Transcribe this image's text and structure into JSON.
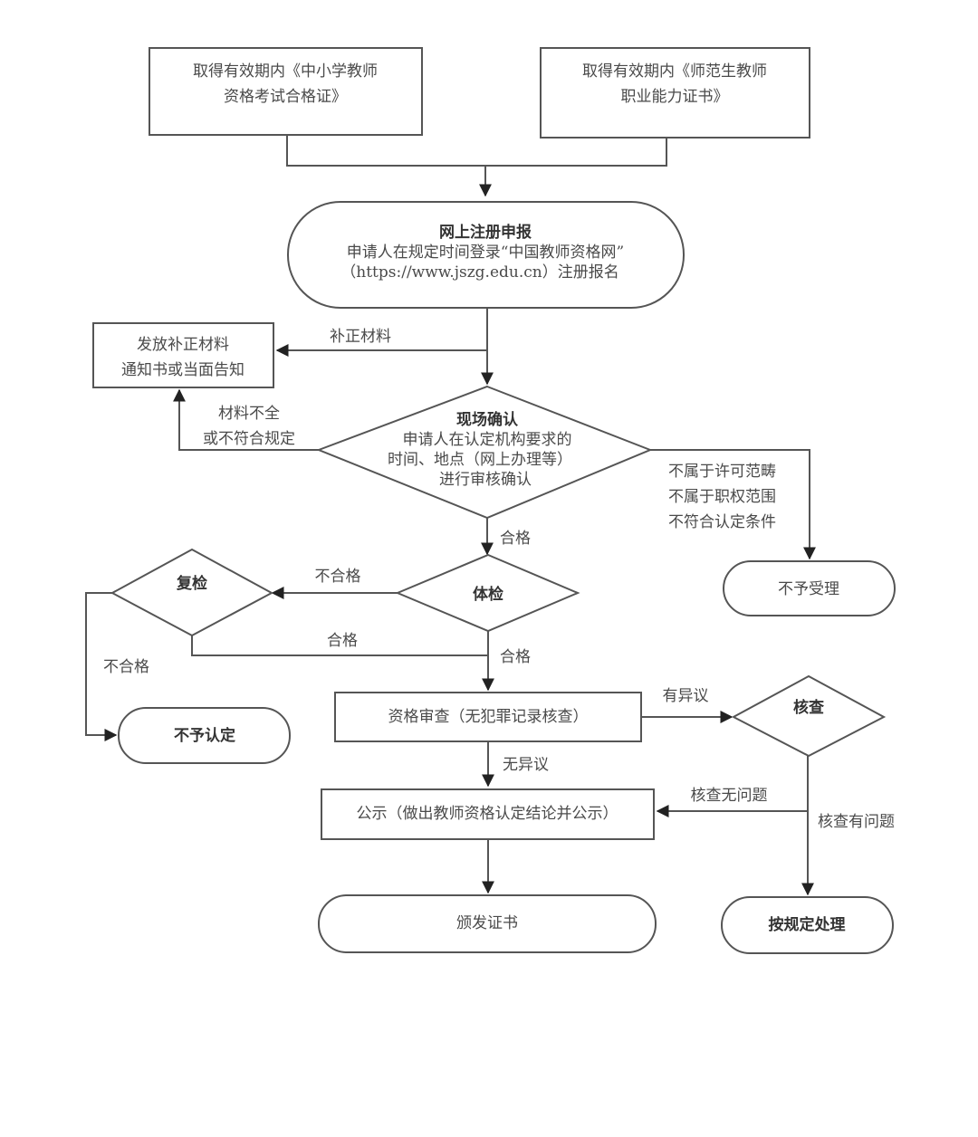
{
  "diagram": {
    "title": "教师资格认定流程图",
    "colors": {
      "stroke": "#555555",
      "text": "#4a4a4a",
      "background": "#ffffff",
      "arrow": "#222222"
    },
    "nodes": {
      "cert_exam": {
        "type": "rectangle",
        "lines": [
          "取得有效期内《中小学教师",
          "资格考试合格证》"
        ]
      },
      "cert_normal": {
        "type": "rectangle",
        "lines": [
          "取得有效期内《师范生教师",
          "职业能力证书》"
        ]
      },
      "online_register": {
        "type": "terminator",
        "title": "网上注册申报",
        "lines": [
          "申请人在规定时间登录“中国教师资格网”",
          "（https://www.jszg.edu.cn）注册报名"
        ]
      },
      "supplement_notice": {
        "type": "rectangle",
        "lines": [
          "发放补正材料",
          "通知书或当面告知"
        ]
      },
      "onsite_confirm": {
        "type": "decision",
        "title": "现场确认",
        "lines": [
          "申请人在认定机构要求的",
          "时间、地点（网上办理等）",
          "进行审核确认"
        ]
      },
      "not_accepted": {
        "type": "terminator",
        "lines": [
          "不予受理"
        ]
      },
      "physical_exam": {
        "type": "decision",
        "lines": [
          "体检"
        ]
      },
      "re_exam": {
        "type": "decision",
        "lines": [
          "复检"
        ]
      },
      "not_certified": {
        "type": "terminator",
        "lines": [
          "不予认定"
        ]
      },
      "qualification_review": {
        "type": "rectangle",
        "lines": [
          "资格审查（无犯罪记录核查）"
        ]
      },
      "verify": {
        "type": "decision",
        "lines": [
          "核查"
        ]
      },
      "publicize": {
        "type": "rectangle",
        "lines": [
          "公示（做出教师资格认定结论并公示）"
        ]
      },
      "issue_cert": {
        "type": "terminator",
        "lines": [
          "颁发证书"
        ]
      },
      "handle_per_rules": {
        "type": "terminator",
        "lines": [
          "按规定处理"
        ]
      }
    },
    "edge_labels": {
      "supplement": "补正材料",
      "incomplete": [
        "材料不全",
        "或不符合规定"
      ],
      "rejected_reasons": [
        "不属于许可范畴",
        "不属于职权范围",
        "不符合认定条件"
      ],
      "onsite_pass": "合格",
      "physical_fail": "不合格",
      "re_exam_pass": "合格",
      "physical_pass": "合格",
      "re_exam_fail": "不合格",
      "has_objection": "有异议",
      "no_objection": "无异议",
      "verify_ok": "核查无问题",
      "verify_problem": "核查有问题"
    },
    "edges": [
      {
        "from": "cert_exam",
        "to": "online_register"
      },
      {
        "from": "cert_normal",
        "to": "online_register"
      },
      {
        "from": "online_register",
        "to": "supplement_notice",
        "label": "补正材料"
      },
      {
        "from": "online_register",
        "to": "onsite_confirm"
      },
      {
        "from": "onsite_confirm",
        "to": "supplement_notice",
        "label": "材料不全或不符合规定"
      },
      {
        "from": "onsite_confirm",
        "to": "not_accepted",
        "label": "不属于许可范畴/不属于职权范围/不符合认定条件"
      },
      {
        "from": "onsite_confirm",
        "to": "physical_exam",
        "label": "合格"
      },
      {
        "from": "physical_exam",
        "to": "re_exam",
        "label": "不合格"
      },
      {
        "from": "re_exam",
        "to": "qualification_review",
        "label": "合格"
      },
      {
        "from": "physical_exam",
        "to": "qualification_review",
        "label": "合格"
      },
      {
        "from": "re_exam",
        "to": "not_certified",
        "label": "不合格"
      },
      {
        "from": "qualification_review",
        "to": "verify",
        "label": "有异议"
      },
      {
        "from": "qualification_review",
        "to": "publicize",
        "label": "无异议"
      },
      {
        "from": "verify",
        "to": "publicize",
        "label": "核查无问题"
      },
      {
        "from": "verify",
        "to": "handle_per_rules",
        "label": "核查有问题"
      },
      {
        "from": "publicize",
        "to": "issue_cert"
      }
    ]
  }
}
